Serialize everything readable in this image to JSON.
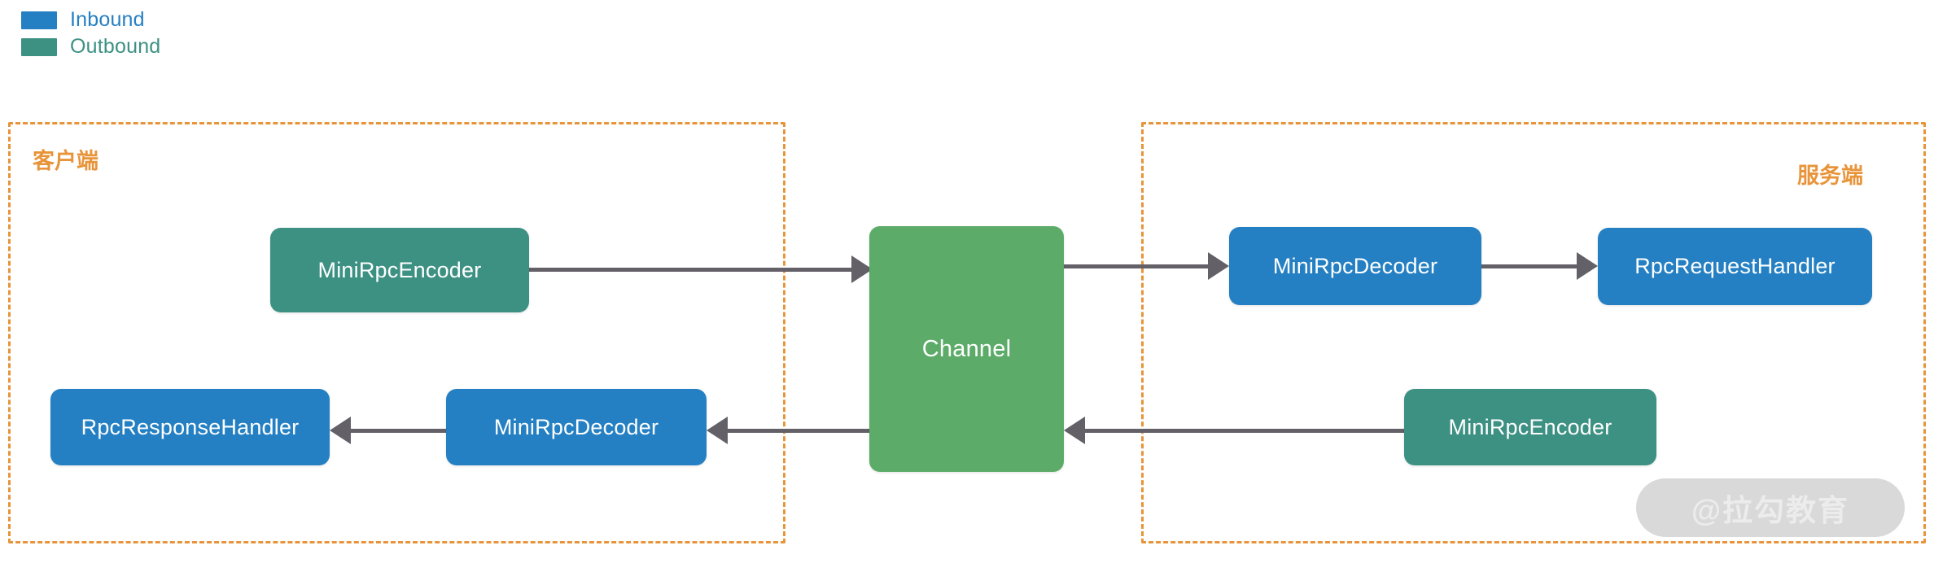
{
  "colors": {
    "inbound_blue": "#2580c3",
    "outbound_green": "#3d9183",
    "channel_green": "#5cab68",
    "zone_orange": "#e8943a",
    "arrow_gray": "#636068",
    "watermark_bg": "#d6d6d6",
    "watermark_fg": "#ebebeb"
  },
  "legend": {
    "items": [
      {
        "label": "Inbound",
        "color": "#2580c3",
        "text_color": "#2580c3"
      },
      {
        "label": "Outbound",
        "color": "#3d9183",
        "text_color": "#3d9183"
      }
    ]
  },
  "zones": [
    {
      "label": "客户端"
    },
    {
      "label": "服务端"
    }
  ],
  "nodes": {
    "client_encoder": {
      "label": "MiniRpcEncoder",
      "kind": "outbound"
    },
    "channel": {
      "label": "Channel",
      "kind": "channel"
    },
    "server_decoder": {
      "label": "MiniRpcDecoder",
      "kind": "inbound"
    },
    "request_handler": {
      "label": "RpcRequestHandler",
      "kind": "inbound"
    },
    "response_handler": {
      "label": "RpcResponseHandler",
      "kind": "inbound"
    },
    "client_decoder": {
      "label": "MiniRpcDecoder",
      "kind": "inbound"
    },
    "server_encoder": {
      "label": "MiniRpcEncoder",
      "kind": "outbound"
    }
  },
  "watermark": {
    "text": "@拉勾教育"
  }
}
